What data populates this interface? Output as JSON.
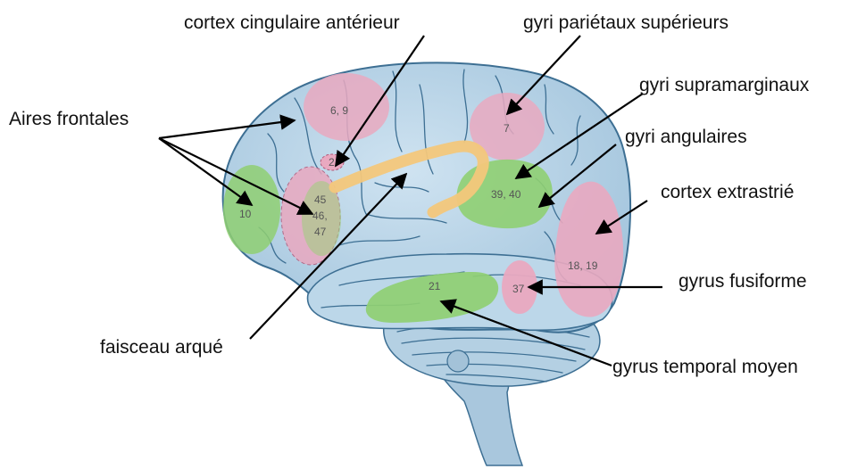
{
  "labels": {
    "cingulate": "cortex cingulaire antérieur",
    "superior_parietal": "gyri pariétaux supérieurs",
    "supramarginal": "gyri supramarginaux",
    "frontal": "Aires frontales",
    "angular": "gyri angulaires",
    "extrastriate": "cortex extrastrié",
    "fusiform": "gyrus fusiforme",
    "arcuate": "faisceau arqué",
    "middle_temporal": "gyrus temporal moyen"
  },
  "areas": {
    "a69": "6, 9",
    "a7": "7",
    "a2": "2",
    "a45": "45",
    "a46": "46,",
    "a47": "47",
    "a10": "10",
    "a3940": "39, 40",
    "a1819": "18, 19",
    "a37": "37",
    "a21": "21"
  },
  "colors": {
    "brain_fill": "#b7d3e6",
    "brain_outline": "#3d6f93",
    "pink_region": "#e9a9c0",
    "green_region": "#8fcf72",
    "arcuate_tract": "#f3c77b"
  }
}
